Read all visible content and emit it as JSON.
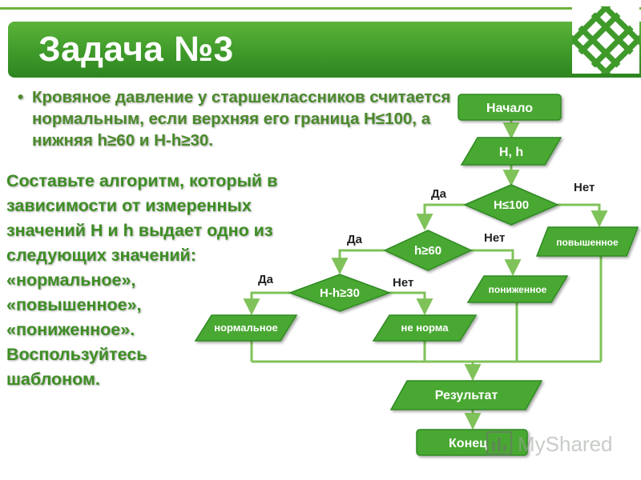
{
  "slide": {
    "title": "Задача №3",
    "bullet_mark": "•",
    "bullet": "Кровяное давление у старшеклассников считается нормальным, если верхняя его граница H≤100, а нижняя h≥60 и H-h≥30.",
    "instructions": "Составьте алгоритм, который в\nзависимости от измеренных\nзначений H и h выдает одно из\nследующих значений:\n«нормальное»,\n«повышенное»,\n«пониженное».\nВоспользуйтесь\nшаблоном."
  },
  "flowchart": {
    "start": "Начало",
    "input": "H, h",
    "cond1": "H≤100",
    "cond2": "h≥60",
    "cond3": "H-h≥30",
    "out_normal": "нормальное",
    "out_not_norm": "не норма",
    "out_low": "пониженное",
    "out_high": "повышенное",
    "result": "Результат",
    "end": "Конец",
    "yes": "Да",
    "no": "Нет"
  },
  "watermark": {
    "text": "MyShared"
  },
  "colors": {
    "green_fill": "#4aa832",
    "green_dark": "#2f8a22",
    "connector": "#7fc25a",
    "text_green": "#3e8e24"
  }
}
